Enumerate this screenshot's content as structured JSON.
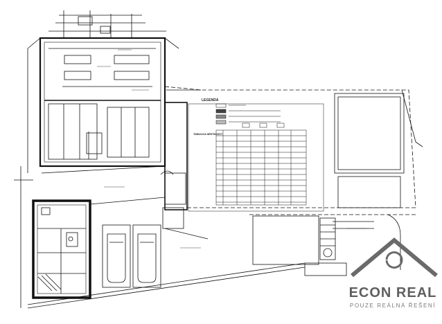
{
  "drawing": {
    "legend_title": "LEGENDA",
    "table_title": "TABULKA MÍSTNOSTÍ"
  },
  "brand": {
    "name": "ECON REAL",
    "tagline": "POUZE REÁLNÁ ŘEŠENÍ",
    "color": "#5f5f5f"
  }
}
